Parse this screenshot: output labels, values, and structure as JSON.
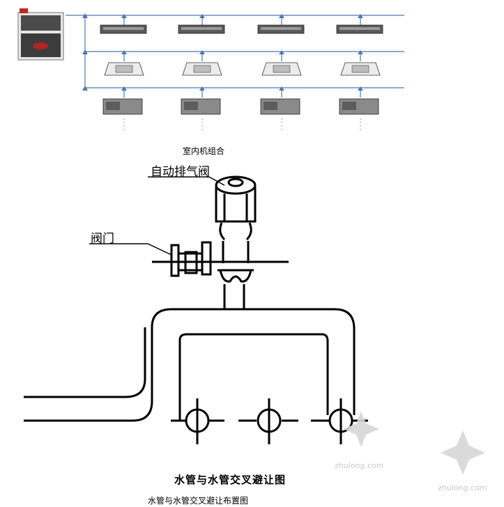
{
  "top_diagram": {
    "caption": "室内机组合",
    "outdoor_unit": "outdoor-unit",
    "rows": [
      {
        "type": "duct-unit",
        "count": 4
      },
      {
        "type": "cassette-unit",
        "count": 4
      },
      {
        "type": "concealed-duct-unit",
        "count": 4
      }
    ]
  },
  "bottom_diagram": {
    "labels": {
      "air_vent": "自动排气阀",
      "valve": "阀门"
    },
    "title": "水管与水管交叉避让图",
    "caption": "水管与水管交叉避让布置图"
  },
  "watermark": {
    "text": "zhulong.com"
  },
  "colors": {
    "pipe_blue": "#4a78b0",
    "unit_gray": "#5a5a5a",
    "line": "#000000"
  }
}
